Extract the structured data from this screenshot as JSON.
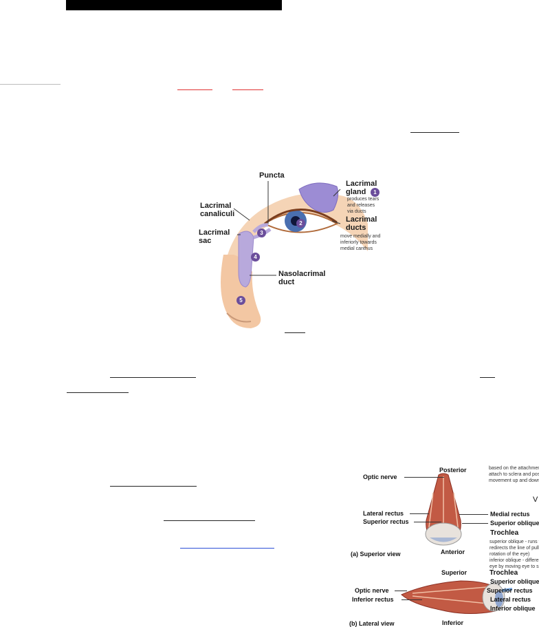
{
  "lacrimal_figure": {
    "labels": {
      "puncta": "Puncta",
      "lacrimal_gland": "Lacrimal gland",
      "lacrimal_gland_line1": "Lacrimal",
      "lacrimal_gland_line2": "gland",
      "gland_note": [
        "produces tears",
        "and releases",
        "via ducts"
      ],
      "lacrimal_ducts_line1": "Lacrimal",
      "lacrimal_ducts_line2": "ducts",
      "ducts_note": [
        "move medially and",
        "inferiorly towards",
        "medial canthus"
      ],
      "canaliculi_line1": "Lacrimal",
      "canaliculi_line2": "canaliculi",
      "sac_line1": "Lacrimal",
      "sac_line2": "sac",
      "nasolacrimal_line1": "Nasolacrimal",
      "nasolacrimal_line2": "duct"
    },
    "steps": [
      "1",
      "2",
      "3",
      "4",
      "5"
    ],
    "colors": {
      "step_badge": "#6b4e9b",
      "ducts": "#b8a9dc",
      "skin": "#f2c9a6"
    }
  },
  "muscle_figure": {
    "superior_view": {
      "caption": "(a) Superior view",
      "posterior": "Posterior",
      "anterior": "Anterior",
      "optic_nerve": "Optic nerve",
      "lateral_rectus": "Lateral rectus",
      "superior_rectus": "Superior rectus",
      "medial_rectus": "Medial rectus",
      "superior_oblique": "Superior oblique",
      "trochlea": "Trochlea"
    },
    "lateral_view": {
      "caption": "(b) Lateral view",
      "superior": "Superior",
      "inferior": "Inferior",
      "optic_nerve": "Optic nerve",
      "inferior_rectus": "Inferior rectus",
      "trochlea": "Trochlea",
      "superior_oblique": "Superior oblique",
      "superior_rectus": "Superior rectus",
      "lateral_rectus": "Lateral rectus",
      "inferior_oblique": "Inferior oblique"
    },
    "notes_top": [
      "based on the attachment p",
      "attach to sclera and posto",
      "movement up and down a"
    ],
    "side_letter": "V",
    "notes_mid": [
      "superior oblique - runs th",
      "redirects the line of pull f",
      "rotation of the eye)",
      "inferior oblique - different",
      "eye by moving eye to sup"
    ]
  },
  "colors": {
    "link_red": "#e03030",
    "link_blue": "#2a4fd6",
    "muscle": "#b5473a",
    "page_bar": "#000000"
  }
}
